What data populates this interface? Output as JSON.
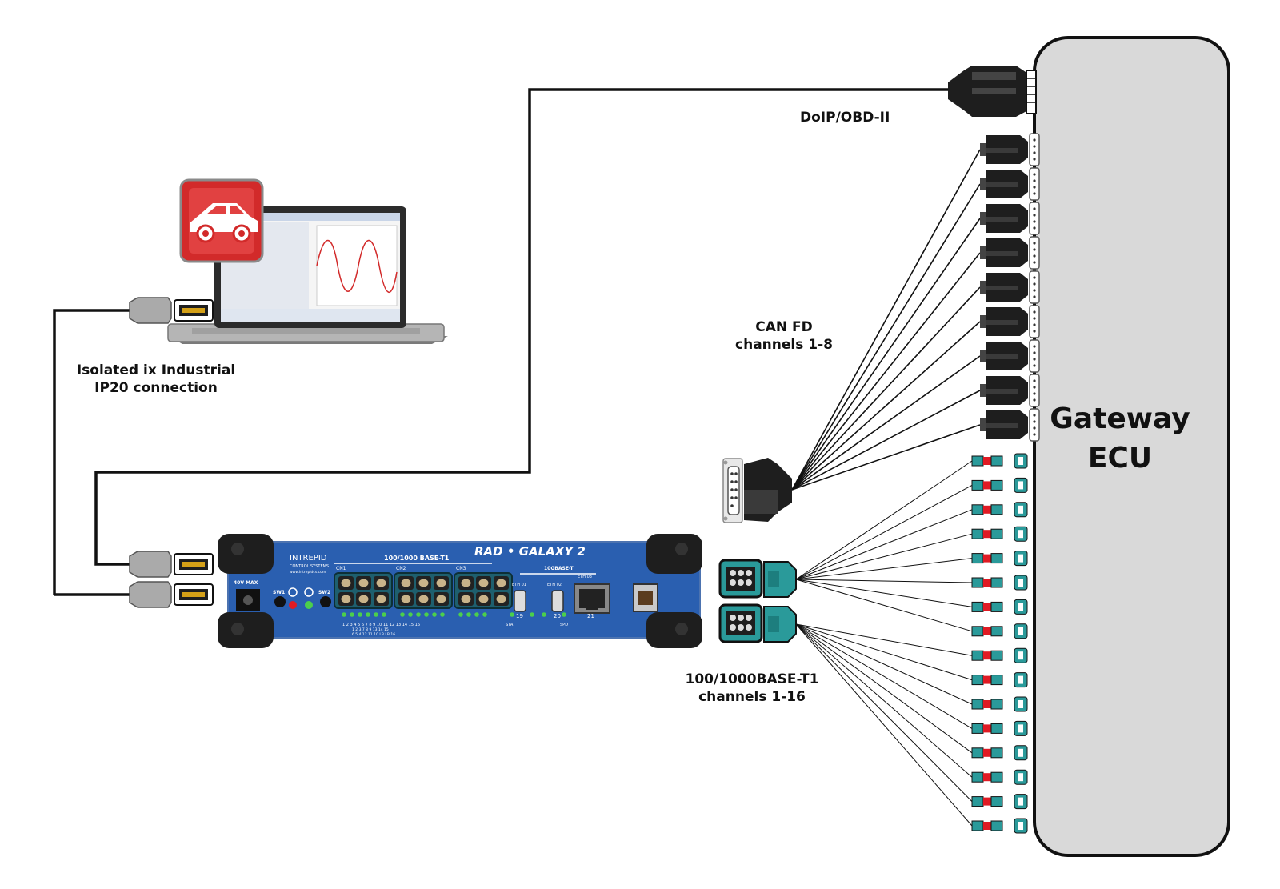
{
  "labels": {
    "doip": "DoIP/OBD-II",
    "canfd_line1": "CAN FD",
    "canfd_line2": "channels 1-8",
    "t1_line1": "100/1000BASE-T1",
    "t1_line2": "channels 1-16",
    "ix_line1": "Isolated ix Industrial",
    "ix_line2": "IP20 connection",
    "ecu_line1": "Gateway",
    "ecu_line2": "ECU"
  },
  "device": {
    "brand": "INTREPID",
    "brand_sub": "CONTROL SYSTEMS",
    "brand_url": "www.intrepidcs.com",
    "model": "RAD • GALAXY 2",
    "t1_header": "100/1000 BASE-T1",
    "tenG_header": "10GBASE-T",
    "power_label": "40V MAX",
    "sw1": "SW1",
    "sw2": "SW2",
    "cn1": "CN1",
    "cn2": "CN2",
    "cn3": "CN3",
    "eth01": "ETH 01",
    "eth02": "ETH 02",
    "eth03": "ETH 03",
    "port19": "19",
    "port20": "20",
    "port21": "21",
    "sta": "STA",
    "spd": "SPD",
    "led_row1": "1  2  3  4  5  6        7  8  9  10 11 12     13 14 15 16",
    "led_row2": "1  2  3        7  8  9      13 14 15",
    "led_row3": "6  5  4        12 11 10     LB LB 16"
  },
  "colors": {
    "device_blue": "#2a5fb0",
    "ecu_fill": "#d9d9d9",
    "connector_teal": "#2a9a9a",
    "connector_red": "#e01b24",
    "laptop_icon_red": "#d22a2a",
    "led_green": "#4ccf4c"
  },
  "icons": {
    "laptop": "laptop-icon",
    "car_app": "car-icon",
    "obd": "obd-connector-icon",
    "db9": "db9-connector-icon",
    "db15": "db15-connector-icon",
    "t1": "t1-connector-icon",
    "ethernet": "ethernet-port-icon",
    "usb": "usb-port-icon"
  }
}
